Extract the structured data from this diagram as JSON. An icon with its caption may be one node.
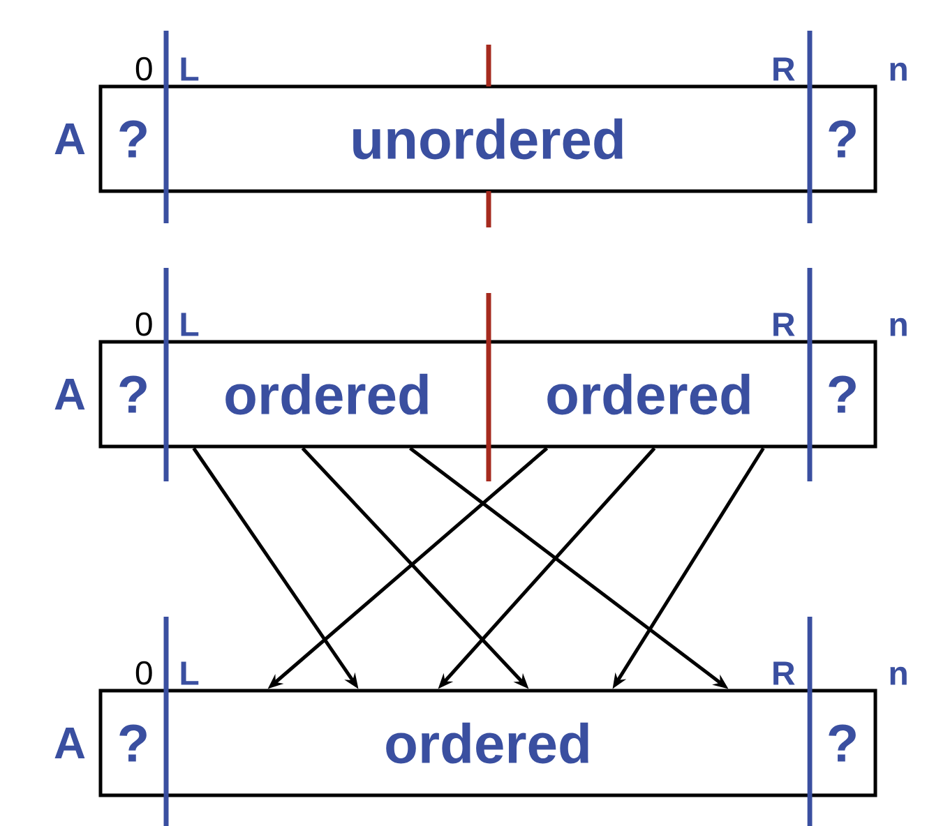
{
  "diagram": {
    "nodes": [
      {
        "text": [
          "?"
        ]
      },
      {
        "text": [
          "unordered"
        ]
      },
      {
        "text": [
          "?"
        ]
      },
      {
        "text": [
          "?"
        ]
      },
      {
        "text": [
          "ordered"
        ]
      },
      {
        "text": [
          "ordered"
        ]
      },
      {
        "text": [
          "?"
        ]
      },
      {
        "text": [
          "?"
        ]
      },
      {
        "text": [
          "ordered"
        ]
      },
      {
        "text": [
          "?"
        ]
      }
    ],
    "edges": [
      {
        "from": 4,
        "to": 8,
        "arrow": "to"
      },
      {
        "from": 4,
        "to": 8,
        "arrow": "to"
      },
      {
        "from": 4,
        "to": 8,
        "arrow": "to"
      },
      {
        "from": 5,
        "to": 8,
        "arrow": "to"
      },
      {
        "from": 5,
        "to": 8,
        "arrow": "to"
      },
      {
        "from": 5,
        "to": 8,
        "arrow": "to"
      }
    ],
    "labels": [
      "0",
      "L",
      "R",
      "n",
      "A",
      "0",
      "L",
      "R",
      "n",
      "A",
      "0",
      "L",
      "R",
      "n",
      "A"
    ]
  }
}
